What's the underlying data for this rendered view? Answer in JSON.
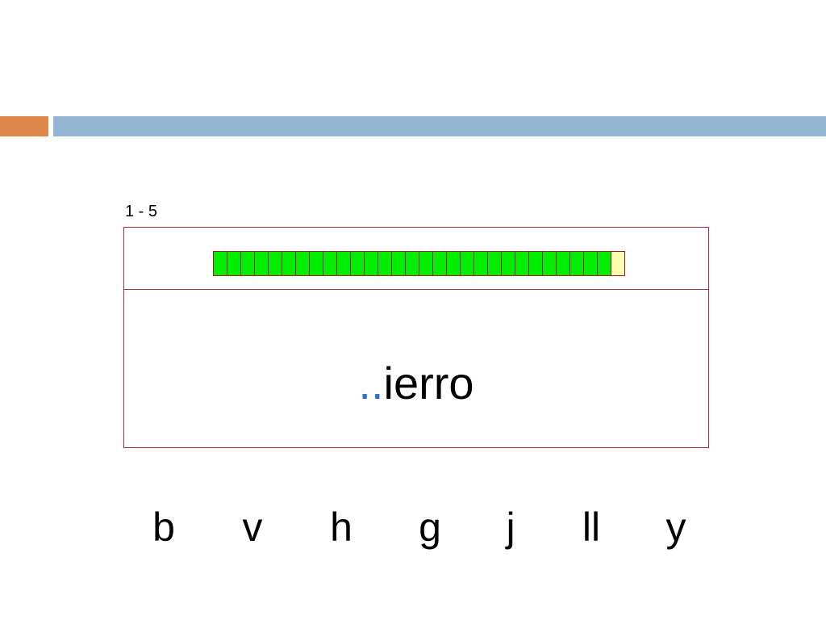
{
  "header": {
    "accent_color": "#e0874b",
    "bar_color": "#93b4d3"
  },
  "counter": "1 - 5",
  "progress": {
    "completed": 29,
    "total": 30,
    "done_color": "#00ee00",
    "pending_color": "#ffffb0"
  },
  "exercise": {
    "blank": "..",
    "word_rest": "ierro",
    "blank_color": "#2a6fd6"
  },
  "options": [
    "b",
    "v",
    "h",
    "g",
    "j",
    "ll",
    "y"
  ]
}
